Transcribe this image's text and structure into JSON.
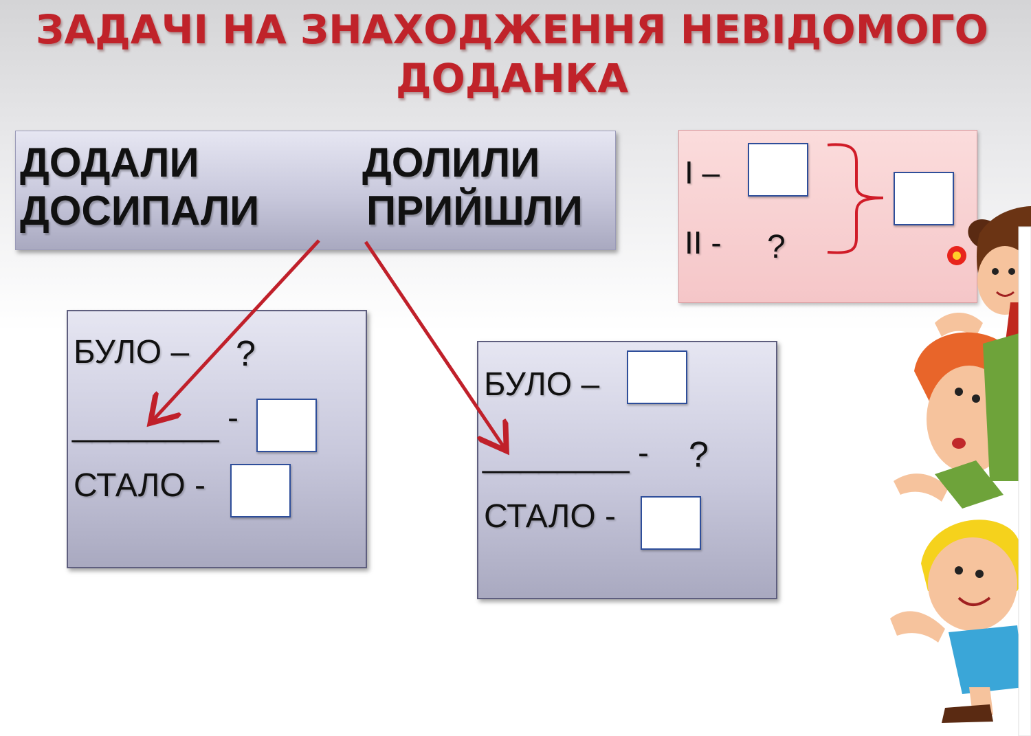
{
  "title": {
    "line1": "ЗАДАЧІ НА ЗНАХОДЖЕННЯ НЕВІДОМОГО",
    "line2": "ДОДАНКА"
  },
  "words": {
    "w1": "ДОДАЛИ",
    "w2": "ДОЛИЛИ",
    "w3": "ДОСИПАЛИ",
    "w4": "ПРИЙШЛИ"
  },
  "scheme": {
    "row1_label": "І –",
    "row2_label": "ІІ -",
    "row2_value": "?"
  },
  "box_left": {
    "bulo_label": "БУЛО –",
    "bulo_value": "?",
    "blank_line": "________",
    "dash": "-",
    "stalo_label": "СТАЛО -"
  },
  "box_right": {
    "bulo_label": "БУЛО –",
    "blank_line": "________",
    "dash": "-",
    "mid_value": "?",
    "stalo_label": "СТАЛО -"
  },
  "colors": {
    "title": "#c0232a",
    "arrow": "#c0202a",
    "box_border": "#5e5e7e",
    "square_border": "#2e4e9a"
  }
}
